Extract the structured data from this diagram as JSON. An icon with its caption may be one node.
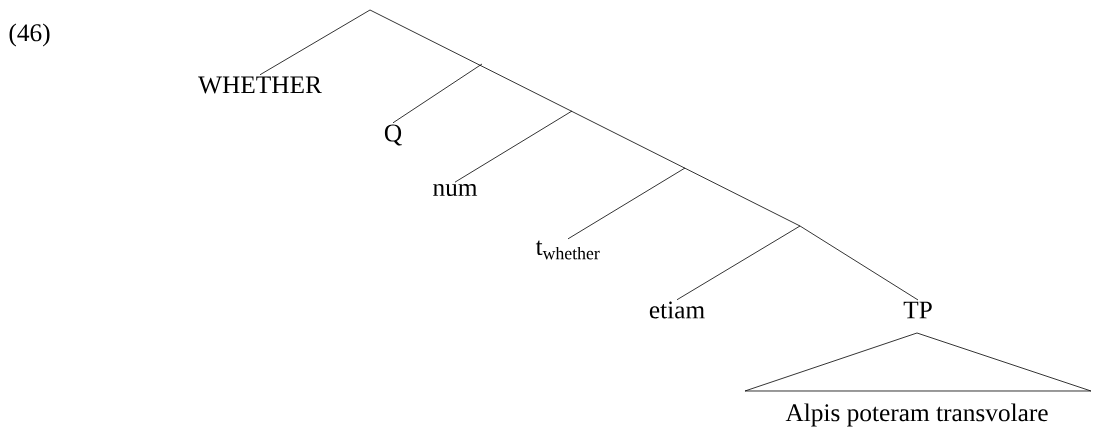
{
  "diagram": {
    "nodes": [
      {
        "text": [
          "WHETHER"
        ]
      },
      {
        "text": [
          "Q"
        ]
      },
      {
        "text": [
          "num"
        ]
      },
      {
        "text": [
          "t$_{whether}$"
        ]
      },
      {
        "text": [
          "etiam"
        ]
      },
      {
        "text": [
          "TP"
        ]
      },
      {
        "text": [
          "Alpis poteram transvolare"
        ]
      }
    ],
    "edges": [
      {
        "from": null,
        "to": 0,
        "arrow": "none"
      },
      {
        "from": null,
        "to": 1,
        "arrow": "none"
      },
      {
        "from": null,
        "to": 2,
        "arrow": "none"
      },
      {
        "from": null,
        "to": 3,
        "arrow": "none"
      },
      {
        "from": null,
        "to": 4,
        "arrow": "none"
      },
      {
        "from": null,
        "to": 5,
        "arrow": "none"
      }
    ],
    "labels": [
      "(46)"
    ]
  }
}
